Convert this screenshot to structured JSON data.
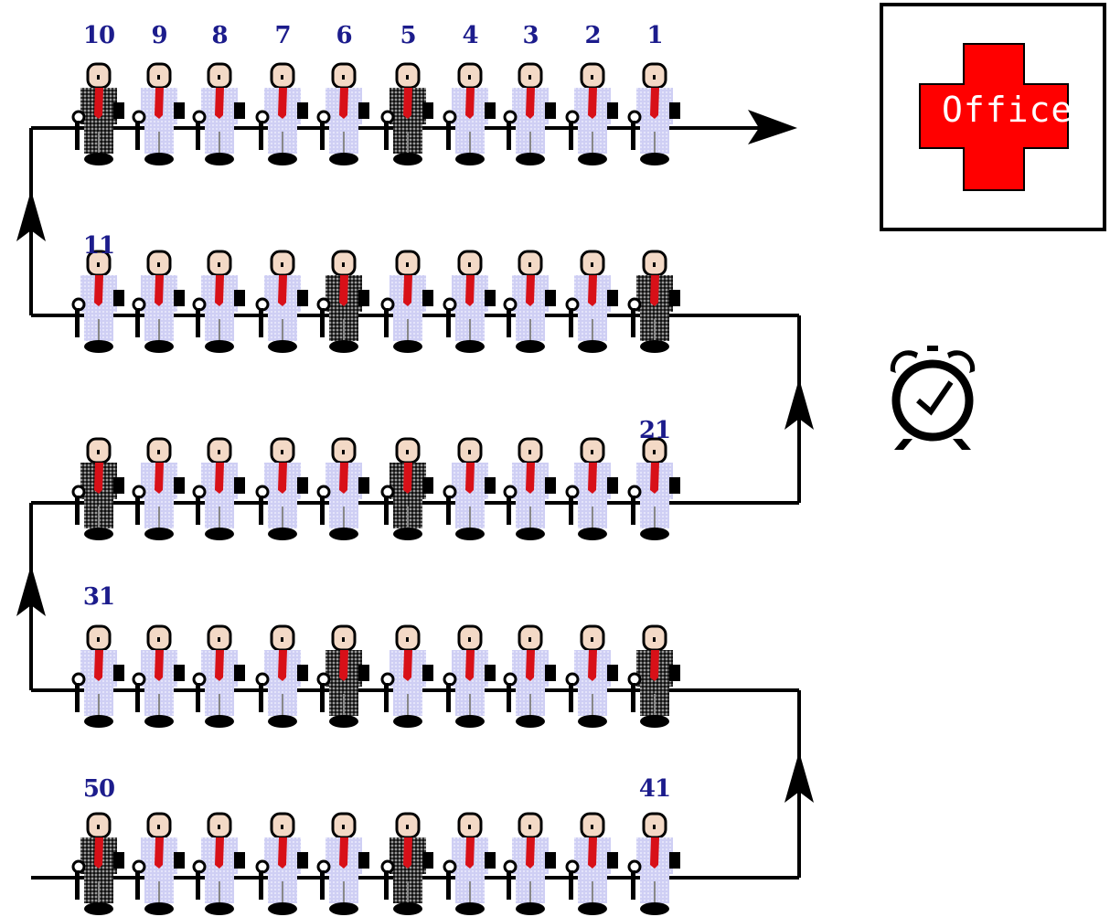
{
  "office": {
    "label": "Office",
    "cross_color": "#ff0000",
    "border_color": "#000000"
  },
  "clock": {
    "icon": "alarm-clock-icon"
  },
  "colors": {
    "queue_line": "#000000",
    "number": "#1c1c8c",
    "suit_light": "#c9c9f2",
    "suit_dark": "#2a2a2a",
    "tie": "#d81018"
  },
  "rows": [
    {
      "labels": [
        "10",
        "9",
        "8",
        "7",
        "6",
        "5",
        "4",
        "3",
        "2",
        "1"
      ],
      "dark": [
        0,
        5
      ]
    },
    {
      "labels": [
        "11"
      ],
      "dark": [
        4,
        9
      ]
    },
    {
      "labels": [
        "21"
      ],
      "dark": [
        0,
        5
      ]
    },
    {
      "labels": [
        "31"
      ],
      "dark": [
        4,
        9
      ]
    },
    {
      "labels": [
        "50",
        "41"
      ],
      "dark": [
        0,
        5
      ]
    }
  ]
}
